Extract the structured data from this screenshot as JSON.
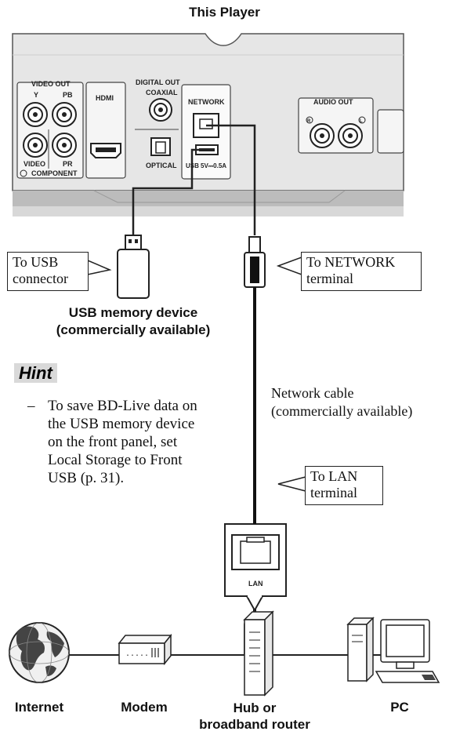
{
  "title": "This Player",
  "panel": {
    "video_out": "VIDEO OUT",
    "y": "Y",
    "pb": "PB",
    "pr": "PR",
    "video": "VIDEO",
    "component": "COMPONENT",
    "hdmi": "HDMI",
    "digital_out": "DIGITAL OUT",
    "coaxial": "COAXIAL",
    "optical": "OPTICAL",
    "network": "NETWORK",
    "usb": "USB",
    "usb_rating": "5V⎓0.5A",
    "audio_out": "AUDIO OUT",
    "r": "R",
    "l": "L"
  },
  "callouts": {
    "usb_line1": "To USB",
    "usb_line2": "connector",
    "network_line1": "To NETWORK",
    "network_line2": "terminal",
    "lan_line1": "To LAN",
    "lan_line2": "terminal"
  },
  "usb_device": {
    "line1": "USB memory device",
    "line2": "(commercially available)"
  },
  "cable": {
    "line1": "Network cable",
    "line2": "(commercially available)"
  },
  "hint": {
    "title": "Hint",
    "dash": "–",
    "lines": [
      "To save BD-Live data on",
      "the USB memory device",
      "on the front panel, set",
      "Local Storage to Front",
      "USB (p. 31)."
    ]
  },
  "router_port": "LAN",
  "devices": {
    "internet": "Internet",
    "modem": "Modem",
    "hub_line1": "Hub or",
    "hub_line2": "broadband router",
    "pc": "PC"
  },
  "colors": {
    "panel_bg": "#e6e6e6",
    "panel_dark": "#bcbcbc",
    "line": "#222222",
    "hint_bg": "#d9d9d9"
  },
  "icons": [
    "usb-stick-icon",
    "rj45-plug-icon",
    "globe-icon",
    "modem-icon",
    "router-icon",
    "pc-icon"
  ]
}
